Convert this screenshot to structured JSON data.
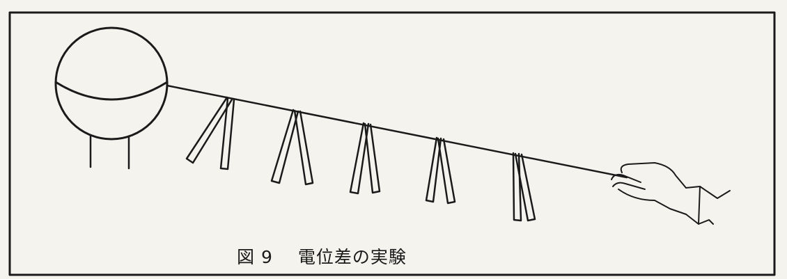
{
  "figure": {
    "number": "図 9",
    "title": "電位差の実験"
  },
  "colors": {
    "ink": "#1a1a1a",
    "paper": "#f4f3ee"
  },
  "diagram": {
    "conductor_sphere": "metal-sphere",
    "wire": "conducting-wire",
    "strip_pairs": 5,
    "hand": "hand-holding-wire"
  }
}
